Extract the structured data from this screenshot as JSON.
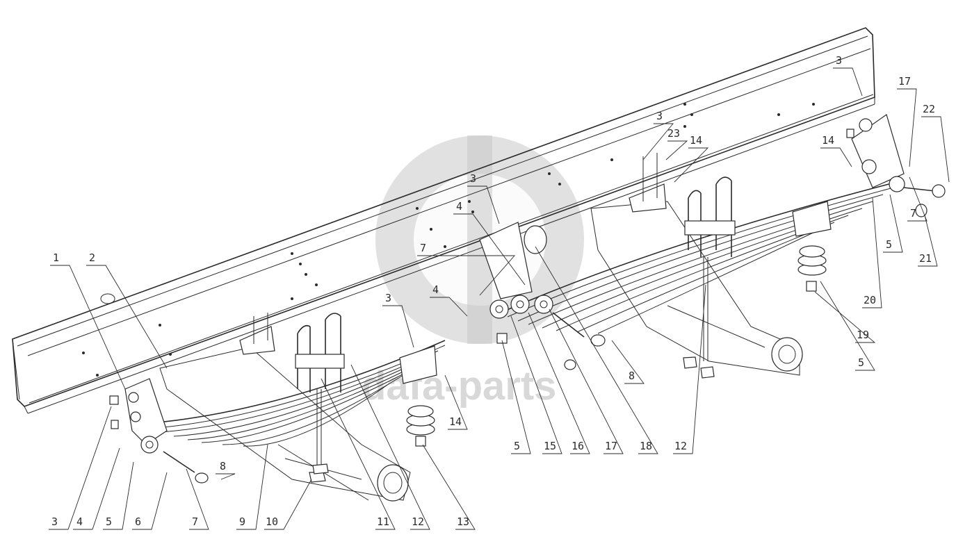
{
  "watermark": {
    "text": "dafa-parts",
    "color": "#b0b0b0"
  },
  "callouts": [
    {
      "id": "c1",
      "number": "1"
    },
    {
      "id": "c2",
      "number": "2"
    },
    {
      "id": "c3a",
      "number": "3"
    },
    {
      "id": "c4a",
      "number": "4"
    },
    {
      "id": "c5a",
      "number": "5"
    },
    {
      "id": "c6",
      "number": "6"
    },
    {
      "id": "c7a",
      "number": "7"
    },
    {
      "id": "c9",
      "number": "9"
    },
    {
      "id": "c10",
      "number": "10"
    },
    {
      "id": "c11",
      "number": "11"
    },
    {
      "id": "c12a",
      "number": "12"
    },
    {
      "id": "c13",
      "number": "13"
    },
    {
      "id": "c8a",
      "number": "8"
    },
    {
      "id": "c14a",
      "number": "14"
    },
    {
      "id": "c3b",
      "number": "3"
    },
    {
      "id": "c4b",
      "number": "4"
    },
    {
      "id": "c7b",
      "number": "7"
    },
    {
      "id": "c4c",
      "number": "4"
    },
    {
      "id": "c3c",
      "number": "3"
    },
    {
      "id": "c5b",
      "number": "5"
    },
    {
      "id": "c15",
      "number": "15"
    },
    {
      "id": "c16",
      "number": "16"
    },
    {
      "id": "c17a",
      "number": "17"
    },
    {
      "id": "c18",
      "number": "18"
    },
    {
      "id": "c8b",
      "number": "8"
    },
    {
      "id": "c12b",
      "number": "12"
    },
    {
      "id": "c3d",
      "number": "3"
    },
    {
      "id": "c23",
      "number": "23"
    },
    {
      "id": "c14b",
      "number": "14"
    },
    {
      "id": "c3e",
      "number": "3"
    },
    {
      "id": "c17b",
      "number": "17"
    },
    {
      "id": "c22",
      "number": "22"
    },
    {
      "id": "c14c",
      "number": "14"
    },
    {
      "id": "c7c",
      "number": "7"
    },
    {
      "id": "c5c",
      "number": "5"
    },
    {
      "id": "c21",
      "number": "21"
    },
    {
      "id": "c20",
      "number": "20"
    },
    {
      "id": "c19",
      "number": "19"
    },
    {
      "id": "c5d",
      "number": "5"
    }
  ]
}
